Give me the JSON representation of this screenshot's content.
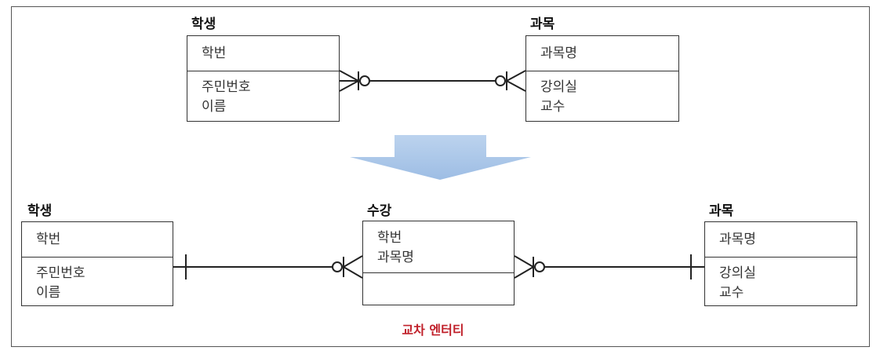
{
  "top": {
    "student": {
      "title": "학생",
      "key": "학번",
      "attributes": [
        "주민번호",
        "이름"
      ]
    },
    "course": {
      "title": "과목",
      "key": "과목명",
      "attributes": [
        "강의실",
        "교수"
      ]
    }
  },
  "bottom": {
    "student": {
      "title": "학생",
      "key": "학번",
      "attributes": [
        "주민번호",
        "이름"
      ]
    },
    "enrollment": {
      "title": "수강",
      "keys": [
        "학번",
        "과목명"
      ]
    },
    "course": {
      "title": "과목",
      "key": "과목명",
      "attributes": [
        "강의실",
        "교수"
      ]
    }
  },
  "caption": "교차 엔터티",
  "colors": {
    "arrow": "#a8c4e4",
    "caption": "#c0202a",
    "line": "#222222"
  }
}
